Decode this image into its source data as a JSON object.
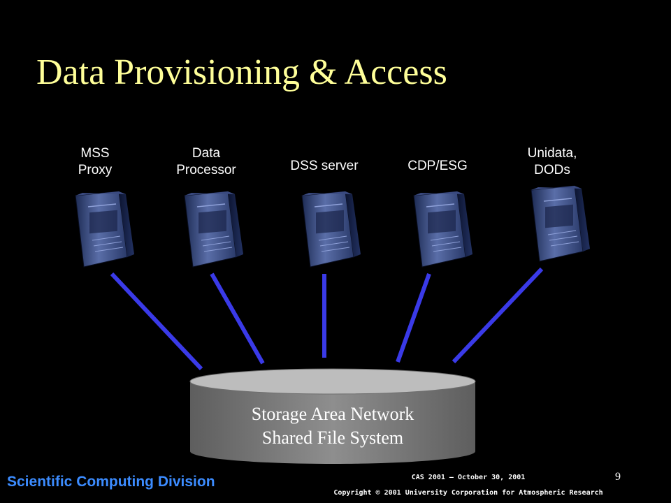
{
  "title": "Data Provisioning & Access",
  "servers": [
    {
      "label_lines": [
        "MSS",
        "Proxy"
      ]
    },
    {
      "label_lines": [
        "Data",
        "Processor"
      ]
    },
    {
      "label_lines": [
        "DSS server"
      ]
    },
    {
      "label_lines": [
        "CDP/ESG"
      ]
    },
    {
      "label_lines": [
        "Unidata,",
        "DODs"
      ]
    }
  ],
  "storage": {
    "lines": [
      "Storage Area Network",
      "Shared File System"
    ]
  },
  "footer": {
    "division": "Scientific Computing Division",
    "conference": "CAS 2001 – October 30, 2001",
    "page_number": "9",
    "copyright": "Copyright © 2001 University Corporation for Atmospheric Research"
  },
  "colors": {
    "title": "#ffff99",
    "connector": "#3a3ae8",
    "division": "#3c8cff",
    "storage": "#8c8c8c"
  }
}
